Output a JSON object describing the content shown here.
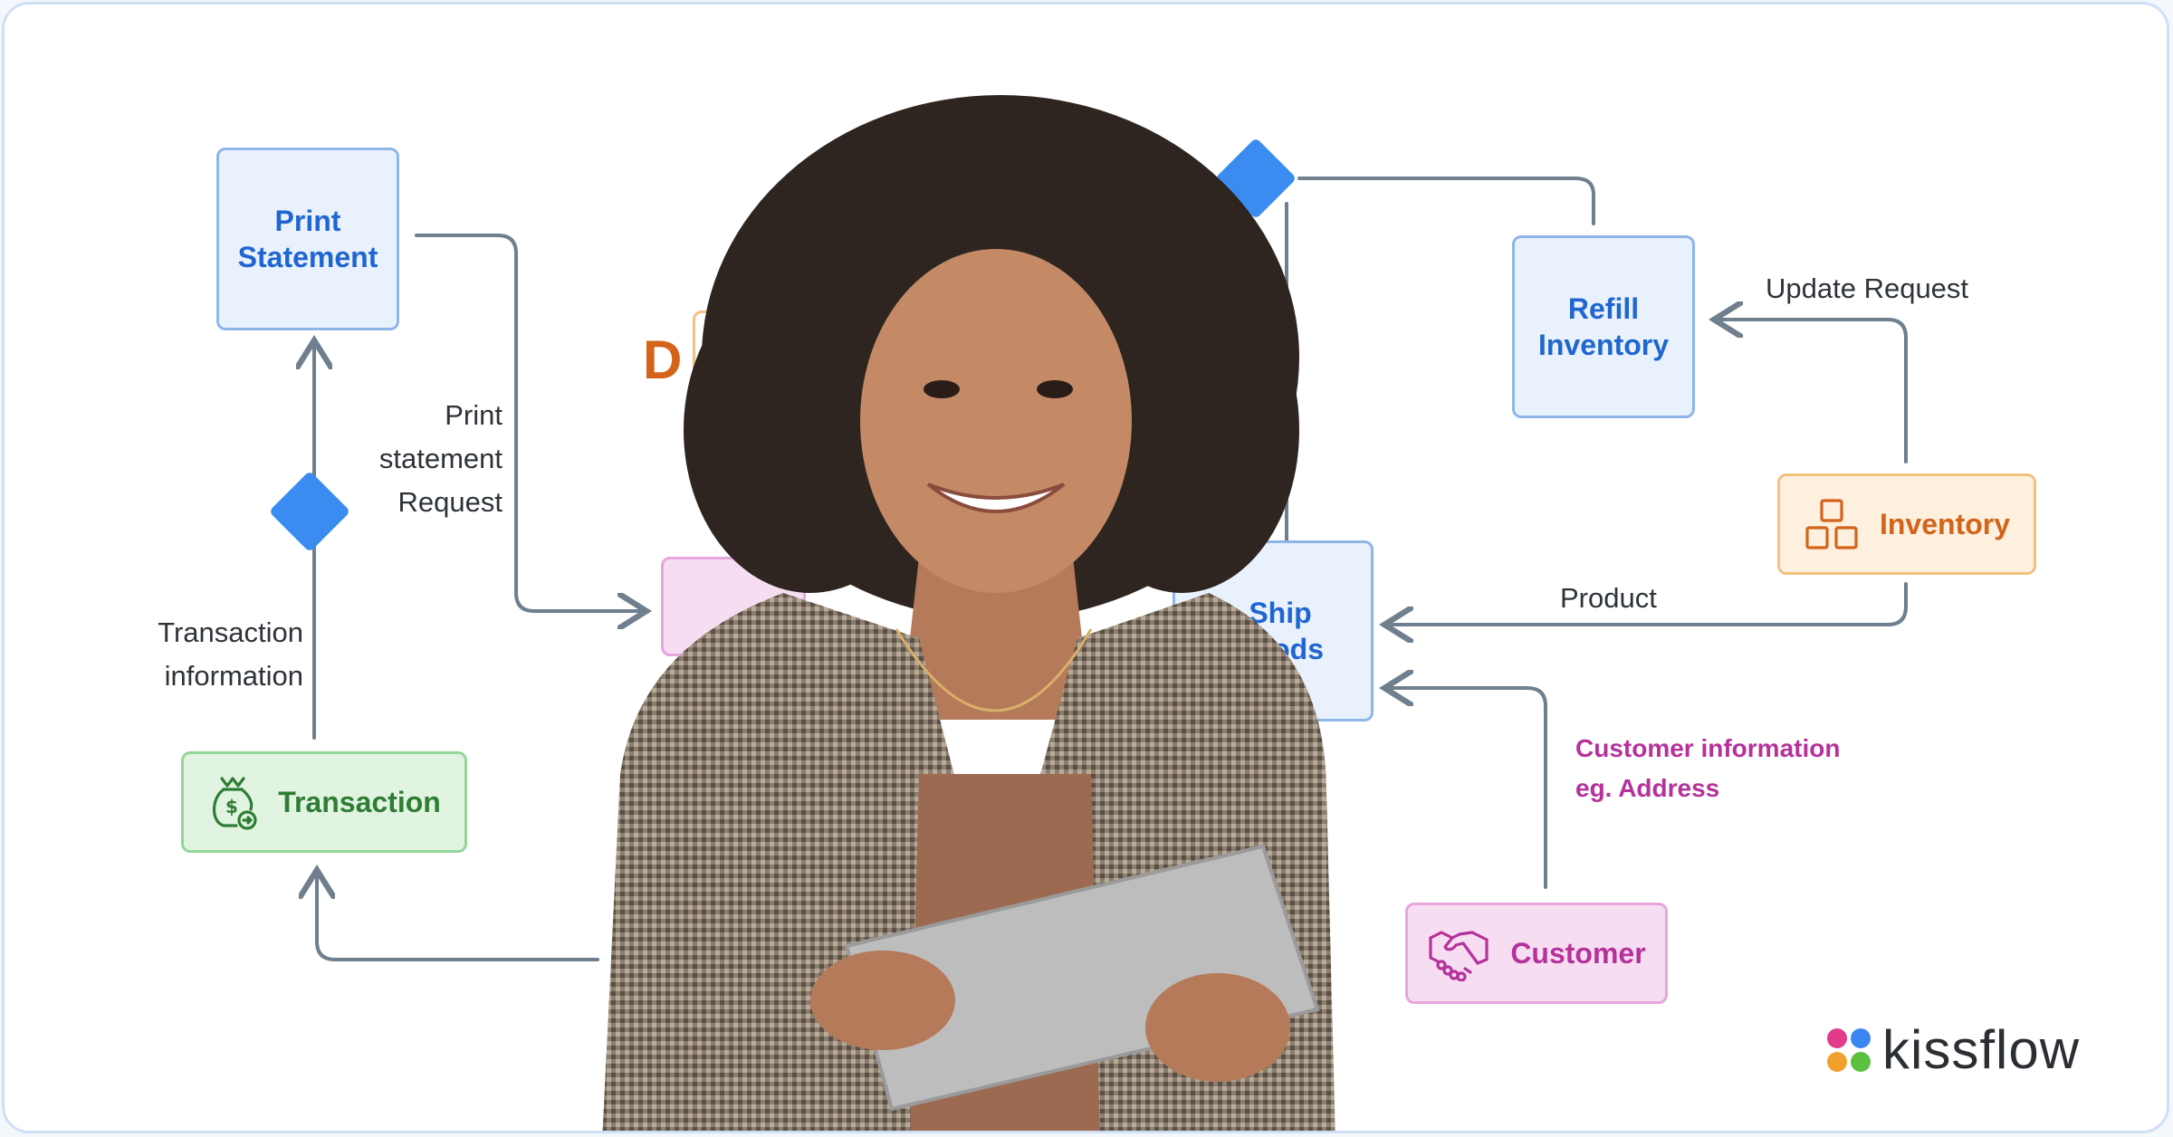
{
  "nodes": {
    "print_statement": "Print Statement",
    "transaction": "Transaction",
    "refill_inventory": "Refill Inventory",
    "inventory": "Inventory",
    "ship_goods": "Ship goods",
    "customer": "Customer",
    "partial_d": "D"
  },
  "edge_labels": {
    "print_request": [
      "Print",
      "statement",
      "Request"
    ],
    "transaction_info": [
      "Transaction",
      "information"
    ],
    "update_request": "Update Request",
    "product": "Product",
    "customer_info": [
      "Customer information",
      "eg. Address"
    ]
  },
  "brand": {
    "name": "kissflow"
  },
  "colors": {
    "blue": "#1f66d1",
    "green": "#2f7d34",
    "orange": "#d3641a",
    "pink": "#b5329b",
    "diamond": "#3b8cf0",
    "connector": "#6f7f8d"
  },
  "icons": {
    "transaction": "money-bag-icon",
    "inventory": "boxes-icon",
    "customer": "handshake-icon",
    "brand": "kissflow-logo-icon"
  }
}
